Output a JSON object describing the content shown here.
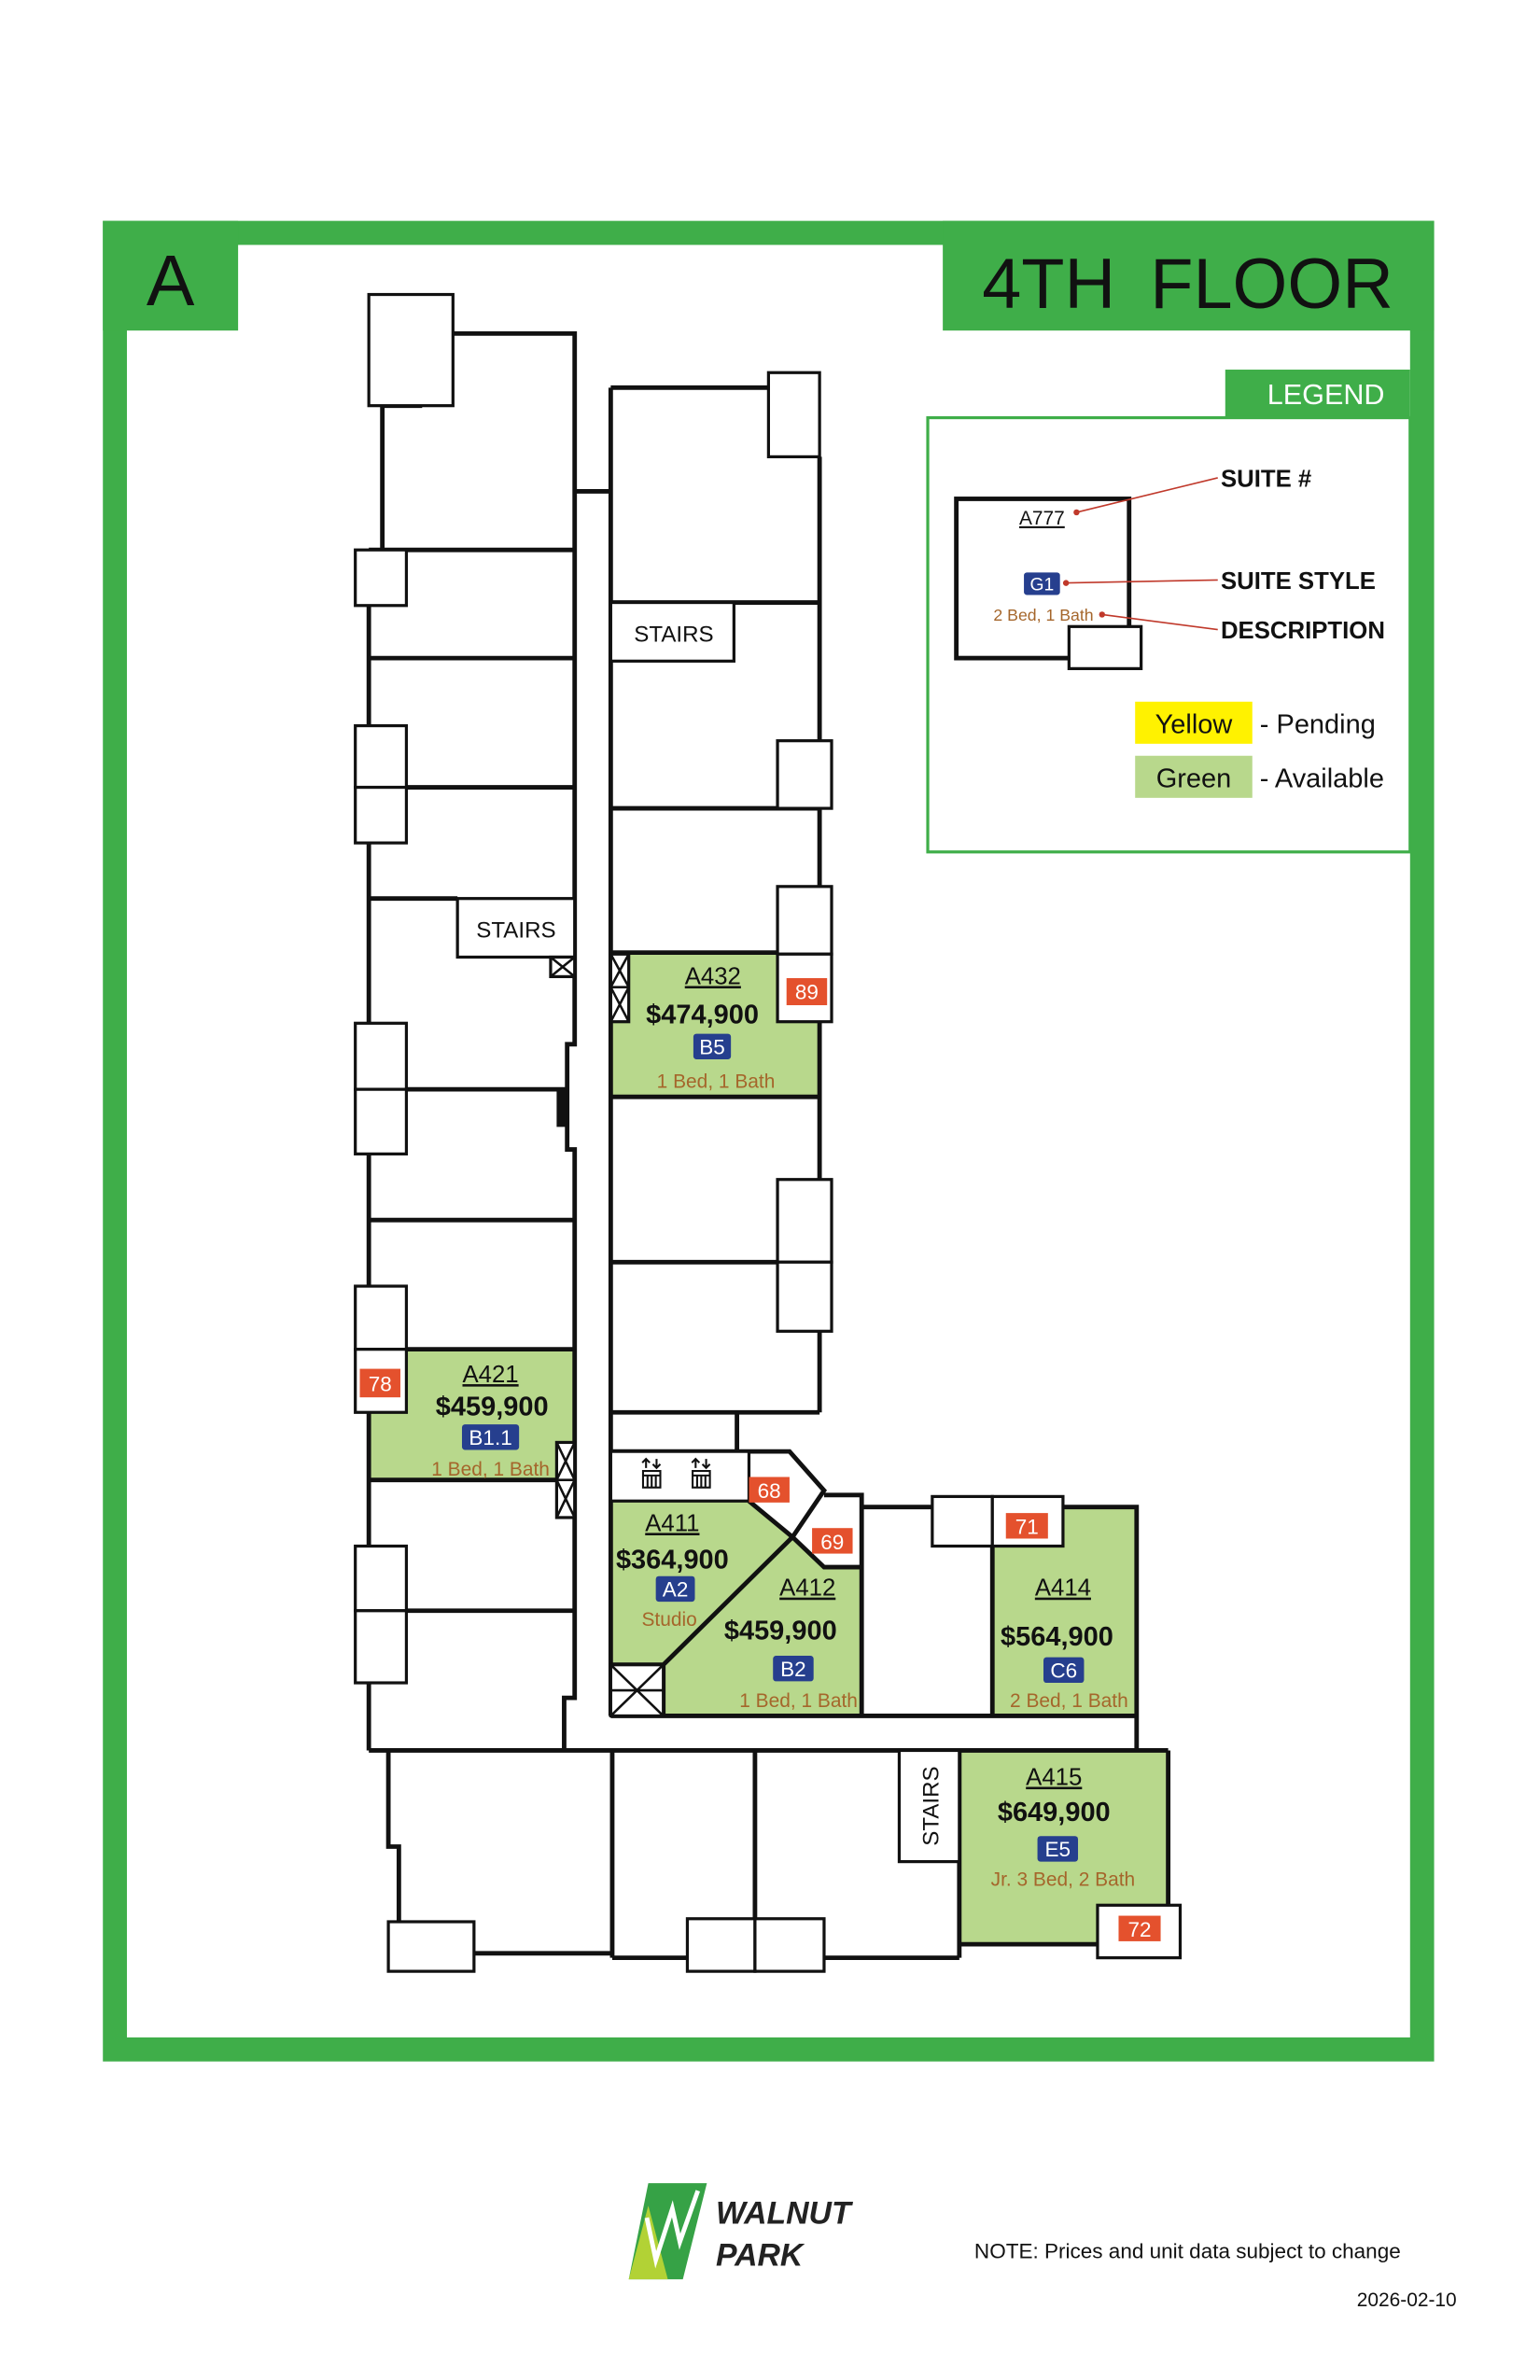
{
  "header": {
    "building_letter": "A",
    "floor_title": "4TH FLOOR"
  },
  "legend": {
    "title": "LEGEND",
    "example": {
      "suite": "A777",
      "style": "G1",
      "description": "2 Bed, 1 Bath"
    },
    "labels": {
      "suite": "SUITE #",
      "style": "SUITE STYLE",
      "description": "DESCRIPTION"
    },
    "statuses": [
      {
        "swatch": "Yellow",
        "meaning": "- Pending",
        "color": "#fff200"
      },
      {
        "swatch": "Green",
        "meaning": "- Available",
        "color": "#b8d88c"
      }
    ]
  },
  "stairs_label": "STAIRS",
  "units": [
    {
      "suite": "A432",
      "price": "$474,900",
      "style": "B5",
      "description": "1 Bed, 1 Bath"
    },
    {
      "suite": "A421",
      "price": "$459,900",
      "style": "B1.1",
      "description": "1 Bed, 1 Bath"
    },
    {
      "suite": "A411",
      "price": "$364,900",
      "style": "A2",
      "description": "Studio"
    },
    {
      "suite": "A412",
      "price": "$459,900",
      "style": "B2",
      "description": "1 Bed, 1 Bath"
    },
    {
      "suite": "A414",
      "price": "$564,900",
      "style": "C6",
      "description": "2 Bed, 1 Bath"
    },
    {
      "suite": "A415",
      "price": "$649,900",
      "style": "E5",
      "description": "Jr. 3 Bed, 2 Bath"
    }
  ],
  "number_tags": [
    "89",
    "78",
    "68",
    "69",
    "71",
    "72"
  ],
  "icons": {
    "elevators": [
      "elevator-icon",
      "elevator-icon"
    ],
    "logo": "walnut-park-logo"
  },
  "footer": {
    "brand_line1": "WALNUT",
    "brand_line2": "PARK",
    "note": "NOTE: Prices and unit data subject to change",
    "date": "2026-02-10"
  },
  "colors": {
    "frame_green": "#3fae49",
    "available_green": "#b8d88c",
    "pending_yellow": "#fff200",
    "tag_red": "#e4512d",
    "style_blue": "#263f8e",
    "description_brown": "#a5662b",
    "leader_red": "#c0392b"
  }
}
